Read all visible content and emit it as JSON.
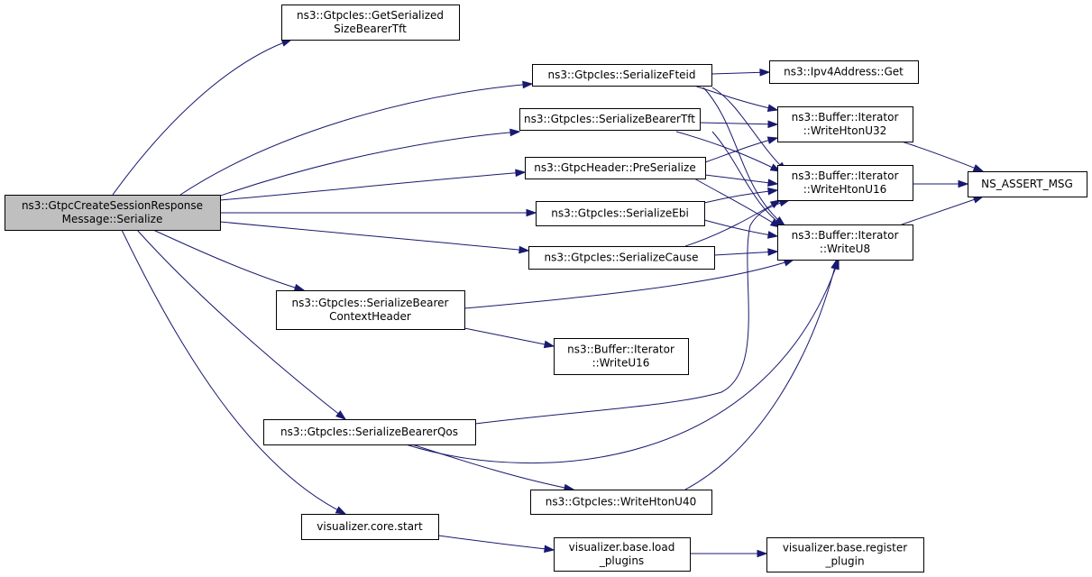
{
  "colors": {
    "edge": "#191970",
    "root_fill": "#bfbfbf",
    "node_fill": "#ffffff",
    "node_border": "#000000"
  },
  "nodes": [
    {
      "id": "root",
      "lines": [
        "ns3::GtpcCreateSessionResponse",
        "Message::Serialize"
      ],
      "root": true
    },
    {
      "id": "getSerializedSizeBearerTft",
      "lines": [
        "ns3::GtpcIes::GetSerialized",
        "SizeBearerTft"
      ]
    },
    {
      "id": "serializeFteid",
      "lines": [
        "ns3::GtpcIes::SerializeFteid"
      ]
    },
    {
      "id": "ipv4Get",
      "lines": [
        "ns3::Ipv4Address::Get"
      ]
    },
    {
      "id": "serializeBearerTft",
      "lines": [
        "ns3::GtpcIes::SerializeBearerTft"
      ]
    },
    {
      "id": "writeHtonU32",
      "lines": [
        "ns3::Buffer::Iterator",
        "::WriteHtonU32"
      ]
    },
    {
      "id": "preSerialize",
      "lines": [
        "ns3::GtpcHeader::PreSerialize"
      ]
    },
    {
      "id": "writeHtonU16",
      "lines": [
        "ns3::Buffer::Iterator",
        "::WriteHtonU16"
      ]
    },
    {
      "id": "nsAssertMsg",
      "lines": [
        "NS_ASSERT_MSG"
      ]
    },
    {
      "id": "serializeEbi",
      "lines": [
        "ns3::GtpcIes::SerializeEbi"
      ]
    },
    {
      "id": "writeU8",
      "lines": [
        "ns3::Buffer::Iterator",
        "::WriteU8"
      ]
    },
    {
      "id": "serializeCause",
      "lines": [
        "ns3::GtpcIes::SerializeCause"
      ]
    },
    {
      "id": "serializeBearerContextHeader",
      "lines": [
        "ns3::GtpcIes::SerializeBearer",
        "ContextHeader"
      ]
    },
    {
      "id": "writeU16",
      "lines": [
        "ns3::Buffer::Iterator",
        "::WriteU16"
      ]
    },
    {
      "id": "serializeBearerQos",
      "lines": [
        "ns3::GtpcIes::SerializeBearerQos"
      ]
    },
    {
      "id": "writeHtonU40",
      "lines": [
        "ns3::GtpcIes::WriteHtonU40"
      ]
    },
    {
      "id": "visualizerCoreStart",
      "lines": [
        "visualizer.core.start"
      ]
    },
    {
      "id": "loadPlugins",
      "lines": [
        "visualizer.base.load",
        "_plugins"
      ]
    },
    {
      "id": "registerPlugin",
      "lines": [
        "visualizer.base.register",
        "_plugin"
      ]
    }
  ],
  "edges": [
    [
      "root",
      "getSerializedSizeBearerTft"
    ],
    [
      "root",
      "serializeFteid"
    ],
    [
      "root",
      "serializeBearerTft"
    ],
    [
      "root",
      "preSerialize"
    ],
    [
      "root",
      "serializeEbi"
    ],
    [
      "root",
      "serializeCause"
    ],
    [
      "root",
      "serializeBearerContextHeader"
    ],
    [
      "root",
      "serializeBearerQos"
    ],
    [
      "root",
      "visualizerCoreStart"
    ],
    [
      "serializeFteid",
      "ipv4Get"
    ],
    [
      "serializeFteid",
      "writeHtonU32"
    ],
    [
      "serializeFteid",
      "writeHtonU16"
    ],
    [
      "serializeFteid",
      "writeU8"
    ],
    [
      "serializeBearerTft",
      "writeHtonU32"
    ],
    [
      "serializeBearerTft",
      "writeHtonU16"
    ],
    [
      "serializeBearerTft",
      "writeU8"
    ],
    [
      "preSerialize",
      "writeHtonU32"
    ],
    [
      "preSerialize",
      "writeHtonU16"
    ],
    [
      "preSerialize",
      "writeU8"
    ],
    [
      "serializeEbi",
      "writeHtonU16"
    ],
    [
      "serializeEbi",
      "writeU8"
    ],
    [
      "serializeCause",
      "writeHtonU16"
    ],
    [
      "serializeCause",
      "writeU8"
    ],
    [
      "serializeBearerContextHeader",
      "writeU8"
    ],
    [
      "serializeBearerContextHeader",
      "writeU16"
    ],
    [
      "serializeBearerQos",
      "writeHtonU16"
    ],
    [
      "serializeBearerQos",
      "writeU8"
    ],
    [
      "serializeBearerQos",
      "writeHtonU40"
    ],
    [
      "writeHtonU40",
      "writeU8"
    ],
    [
      "writeHtonU32",
      "nsAssertMsg"
    ],
    [
      "writeHtonU16",
      "nsAssertMsg"
    ],
    [
      "writeU8",
      "nsAssertMsg"
    ],
    [
      "visualizerCoreStart",
      "loadPlugins"
    ],
    [
      "loadPlugins",
      "registerPlugin"
    ]
  ]
}
